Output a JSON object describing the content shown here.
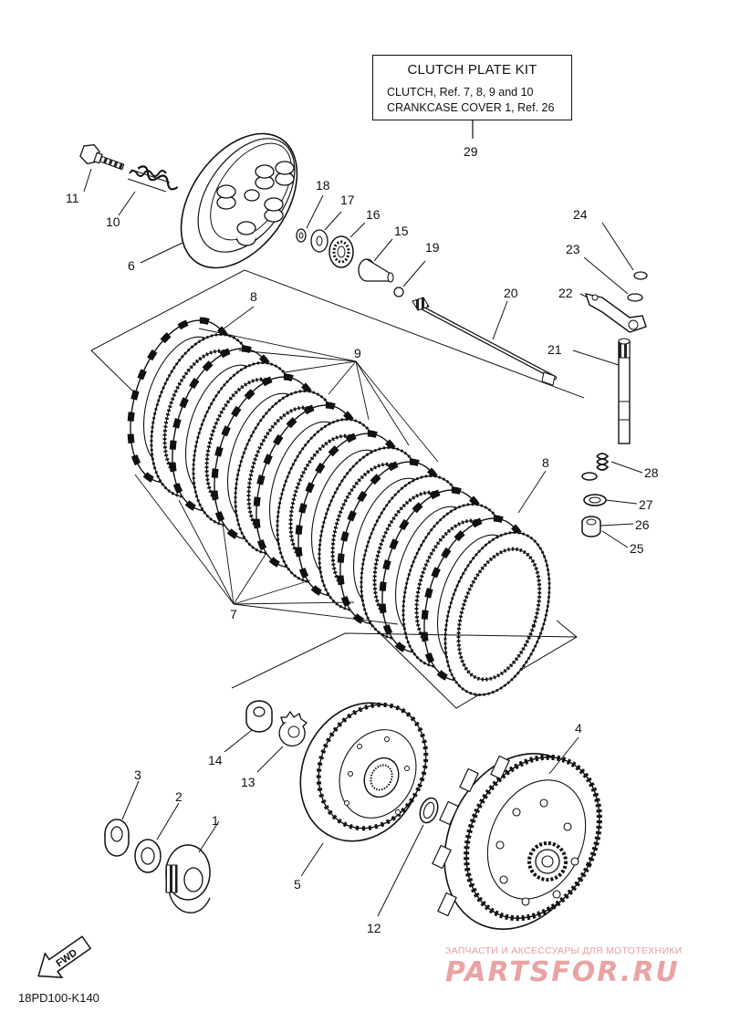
{
  "diagram": {
    "code": "18PD100-K140",
    "kit_box": {
      "title": "CLUTCH PLATE KIT",
      "line1": "CLUTCH, Ref. 7, 8, 9  and  10",
      "line2": "CRANKCASE COVER 1, Ref. 26"
    },
    "fwd_label": "FWD",
    "callouts": {
      "c1": "1",
      "c2": "2",
      "c3": "3",
      "c4": "4",
      "c5": "5",
      "c6": "6",
      "c7": "7",
      "c8a": "8",
      "c8b": "8",
      "c9": "9",
      "c10": "10",
      "c11": "11",
      "c12": "12",
      "c13": "13",
      "c14": "14",
      "c15": "15",
      "c16": "16",
      "c17": "17",
      "c18": "18",
      "c19": "19",
      "c20": "20",
      "c21": "21",
      "c22": "22",
      "c23": "23",
      "c24": "24",
      "c25": "25",
      "c26": "26",
      "c27": "27",
      "c28": "28",
      "c29": "29"
    }
  },
  "watermark": {
    "top": "ЗАПЧАСТИ И АКСЕССУАРЫ ДЛЯ МОТОТЕХНИКИ",
    "logo": "PARTSFOR.RU",
    "color": "#e9a3a3"
  }
}
